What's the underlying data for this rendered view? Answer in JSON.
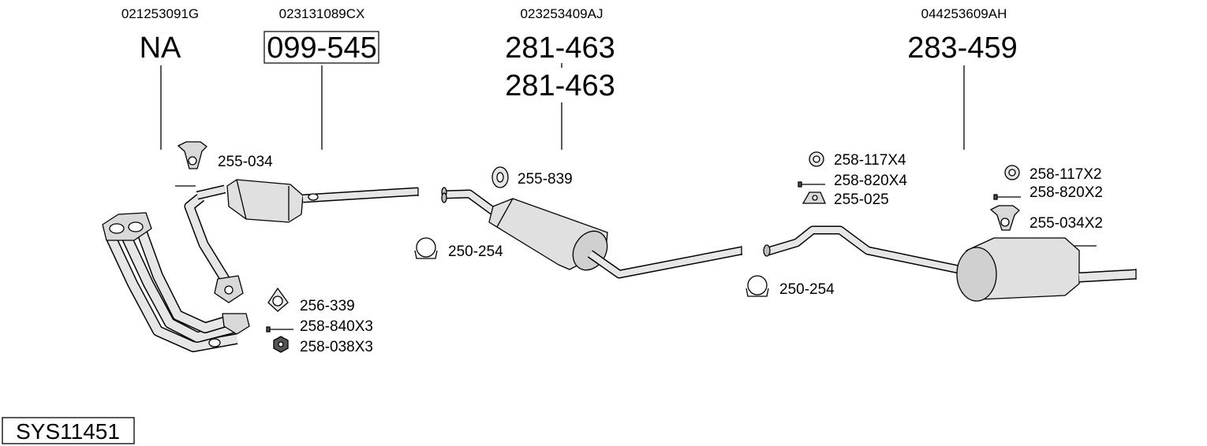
{
  "diagram": {
    "system_number": "SYS11451",
    "colors": {
      "line": "#000000",
      "part_fill": "#e6e6e6",
      "part_shade": "#bdbdbd",
      "background": "#ffffff"
    },
    "groups": [
      {
        "oe_number": "021253091G",
        "part_number": "NA",
        "boxed": false
      },
      {
        "oe_number": "023131089CX",
        "part_number": "099-545",
        "boxed": true
      },
      {
        "oe_number": "023253409AJ",
        "part_number": "281-463",
        "part_number_alt": "281-463",
        "boxed": false
      },
      {
        "oe_number": "044253609AH",
        "part_number": "283-459",
        "boxed": false
      }
    ],
    "accessories": [
      {
        "label": "255-034",
        "icon": "rubber-hanger-icon"
      },
      {
        "label": "256-339",
        "icon": "gasket-icon"
      },
      {
        "label": "258-840X3",
        "icon": "bolt-icon"
      },
      {
        "label": "258-038X3",
        "icon": "nut-icon"
      },
      {
        "label": "255-839",
        "icon": "rubber-ring-icon"
      },
      {
        "label": "250-254",
        "icon": "clamp-icon"
      },
      {
        "label": "258-117X4",
        "icon": "washer-icon"
      },
      {
        "label": "258-820X4",
        "icon": "bolt-icon"
      },
      {
        "label": "255-025",
        "icon": "mount-icon"
      },
      {
        "label": "250-254",
        "icon": "clamp-icon"
      },
      {
        "label": "258-117X2",
        "icon": "washer-icon"
      },
      {
        "label": "258-820X2",
        "icon": "bolt-icon"
      },
      {
        "label": "255-034X2",
        "icon": "rubber-hanger-icon"
      }
    ]
  }
}
